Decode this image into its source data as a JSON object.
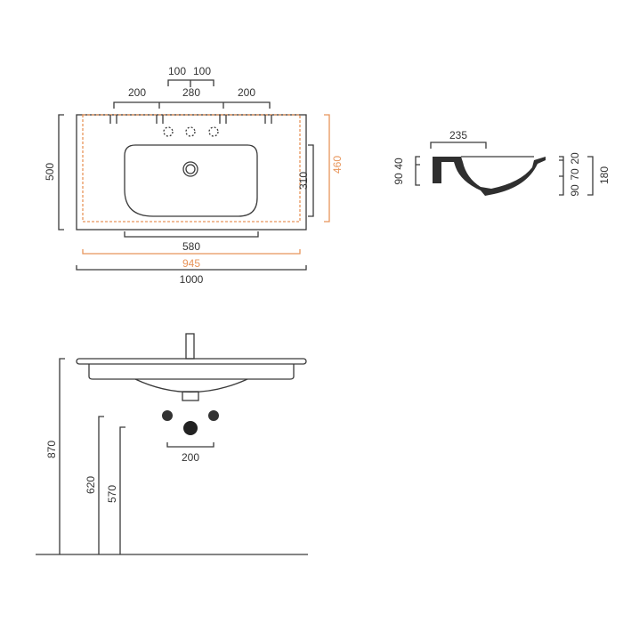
{
  "colors": {
    "line": "#3a3a3a",
    "accent": "#e8955a"
  },
  "top_view": {
    "hole_spacing_left": "100",
    "hole_spacing_right": "100",
    "left_offset": "200",
    "center_span": "280",
    "right_offset": "200",
    "depth": "500",
    "basin_depth": "310",
    "inner_depth": "460",
    "basin_width": "580",
    "inner_width": "945",
    "overall_width": "1000"
  },
  "section_view": {
    "rim_width": "235",
    "left_top": "40",
    "left_bottom": "90",
    "right_top": "20",
    "right_mid": "70",
    "right_bottom": "90",
    "total_height": "180"
  },
  "front_view": {
    "fixture_spacing": "200",
    "mount_height": "870",
    "supply_height": "620",
    "waste_height": "570"
  }
}
